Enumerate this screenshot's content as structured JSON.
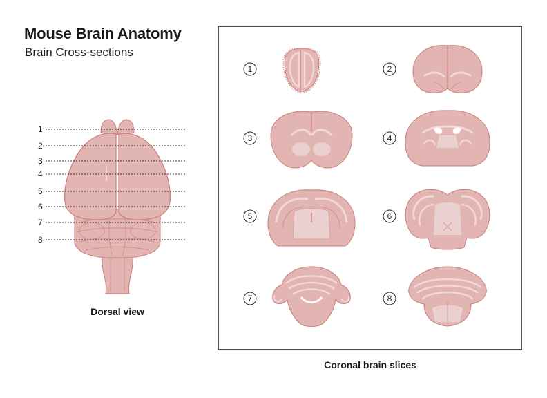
{
  "header": {
    "title": "Mouse Brain Anatomy",
    "subtitle": "Brain Cross-sections"
  },
  "dorsal": {
    "caption": "Dorsal view",
    "levels": [
      "1",
      "2",
      "3",
      "4",
      "5",
      "6",
      "7",
      "8"
    ]
  },
  "coronal": {
    "caption": "Coronal brain slices",
    "slices": [
      "1",
      "2",
      "3",
      "4",
      "5",
      "6",
      "7",
      "8"
    ]
  },
  "colors": {
    "tissue": "#e2b4b2",
    "tissue_dark": "#d49896",
    "outline": "#c97d7b",
    "white_matter": "#f1d8d6",
    "line": "#333333"
  }
}
